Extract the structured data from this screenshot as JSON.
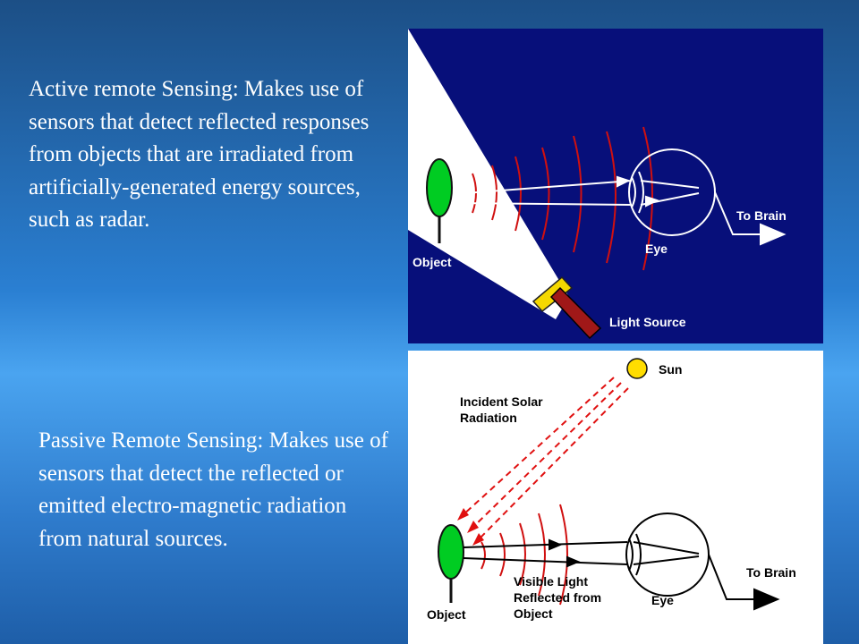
{
  "active": {
    "text": "Active remote Sensing: Makes use of sensors that detect reflected responses from objects that are irradiated from artificially-generated energy sources, such as radar.",
    "diagram": {
      "object_label": "Object",
      "eye_label": "Eye",
      "brain_label": "To Brain",
      "source_label": "Light Source",
      "colors": {
        "background": "#070f7a",
        "beam": "#ffffff",
        "object": "#00cc22",
        "waves": "#d01010",
        "lines": "#ffffff"
      }
    }
  },
  "passive": {
    "text": "Passive Remote Sensing: Makes use of sensors that detect the reflected or emitted electro-magnetic radiation from natural sources.",
    "diagram": {
      "sun_label": "Sun",
      "incident_label_1": "Incident Solar",
      "incident_label_2": "Radiation",
      "object_label": "Object",
      "eye_label": "Eye",
      "brain_label": "To Brain",
      "reflected_label_1": "Visible Light",
      "reflected_label_2": "Reflected from",
      "reflected_label_3": "Object",
      "colors": {
        "background": "#ffffff",
        "sun": "#ffdd00",
        "object": "#00cc22",
        "waves": "#d01010",
        "lines": "#000000"
      }
    }
  }
}
